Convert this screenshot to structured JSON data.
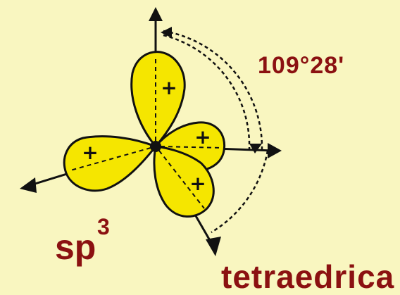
{
  "angle_label": "109°28'",
  "hybridization": {
    "base": "sp",
    "superscript": "3"
  },
  "geometry_label": "tetraedrica",
  "lobe_sign": "+",
  "colors": {
    "background": "#f9f6c0",
    "lobe_fill": "#f5e600",
    "outline": "#111111",
    "label_text": "#8b1111"
  }
}
